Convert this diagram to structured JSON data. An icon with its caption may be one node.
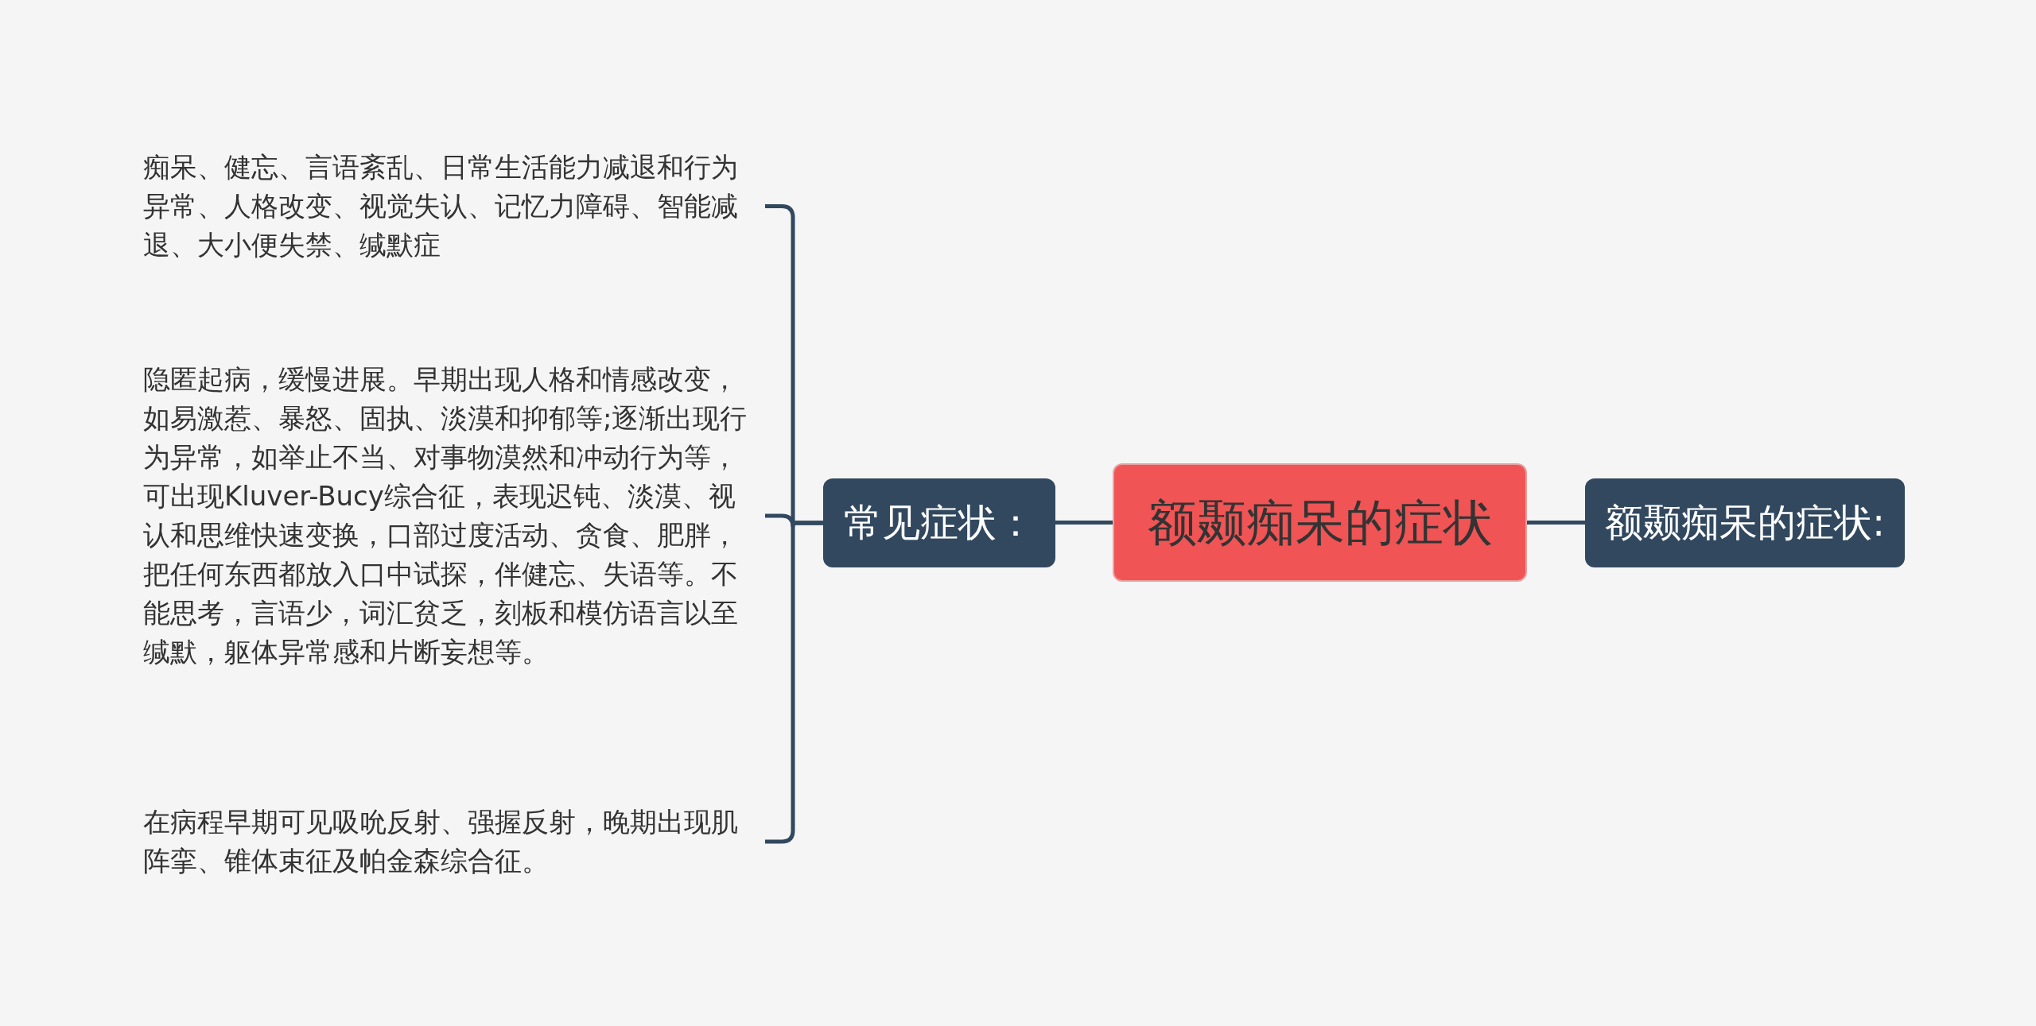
{
  "diagram": {
    "nodes": [
      {
        "text": [
          "额颞痴呆的症状"
        ]
      },
      {
        "text": [
          "常见症状："
        ]
      },
      {
        "text": [
          "痴呆、健忘、言语紊乱、日常生活能力减退和行为异常、人格改变、视觉失认、记忆力障碍、智能减退、大小便失禁、缄默症"
        ]
      },
      {
        "text": [
          "隐匿起病，缓慢进展。早期出现人格和情感改变，如易激惹、暴怒、固执、淡漠和抑郁等;逐渐出现行为异常，如举止不当、对事物漠然和冲动行为等，可出现Kluver-Bucy综合征，表现迟钝、淡漠、视认和思维快速变换，口部过度活动、贪食、肥胖，把任何东西都放入口中试探，伴健忘、失语等。不能思考，言语少，词汇贫乏，刻板和模仿语言以至缄默，躯体异常感和片断妄想等。"
        ]
      },
      {
        "text": [
          "在病程早期可见吸吮反射、强握反射，晚期出现肌阵挛、锥体束征及帕金森综合征。"
        ]
      },
      {
        "text": [
          "额颞痴呆的症状:"
        ]
      }
    ],
    "edges": [
      {
        "from": 0,
        "to": 1,
        "arrow": "none"
      },
      {
        "from": 0,
        "to": 5,
        "arrow": "none"
      },
      {
        "from": 1,
        "to": 2,
        "arrow": "none"
      },
      {
        "from": 1,
        "to": 3,
        "arrow": "none"
      },
      {
        "from": 1,
        "to": 4,
        "arrow": "none"
      }
    ]
  }
}
